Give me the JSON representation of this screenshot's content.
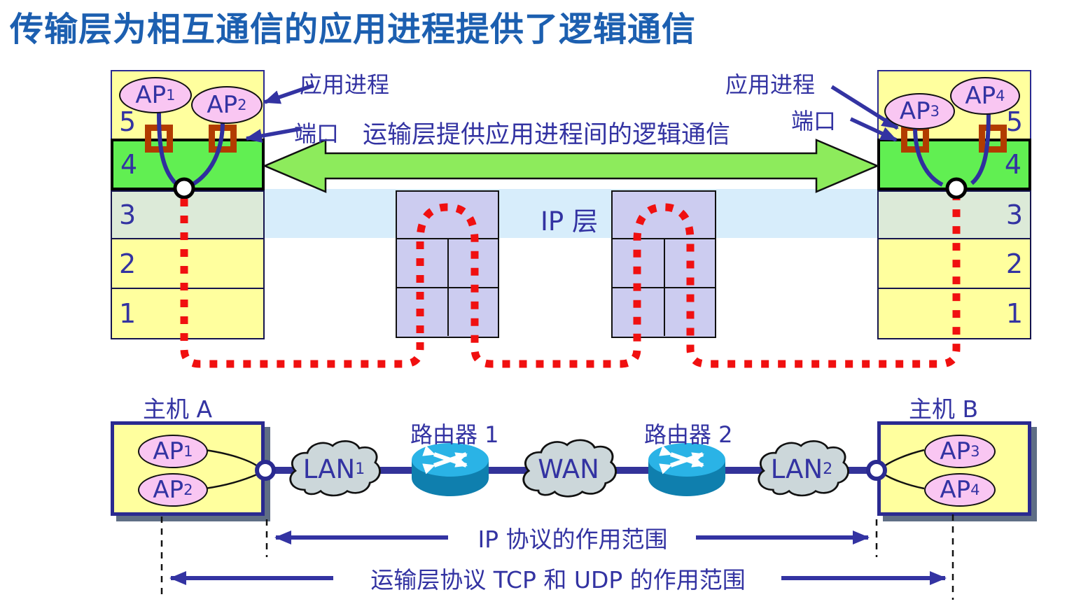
{
  "title": "传输层为相互通信的应用进程提供了逻辑通信",
  "colors": {
    "title_blue": "#1c5fb0",
    "label_blue": "#3333a2",
    "layer_yellow": "#ffff9e",
    "layer4_green": "#61ef52",
    "layer3_green": "#dcead8",
    "ip_band_blue": "#d7edfb",
    "router_box_lavender": "#ccccf0",
    "ap_pink": "#f9c6f2",
    "port_red": "#b23c00",
    "path_red": "#f01010",
    "arrow_green": "#8deb5c",
    "line_navy": "#333399",
    "cloud_gray": "#ccd7da",
    "router_cyan": "#2ab3e6"
  },
  "stacks": {
    "left": {
      "layers": [
        "5",
        "4",
        "3",
        "2",
        "1"
      ],
      "ap1": {
        "base": "AP",
        "sub": "1"
      },
      "ap2": {
        "base": "AP",
        "sub": "2"
      }
    },
    "right": {
      "layers": [
        "5",
        "4",
        "3",
        "2",
        "1"
      ],
      "ap3": {
        "base": "AP",
        "sub": "3"
      },
      "ap4": {
        "base": "AP",
        "sub": "4"
      }
    }
  },
  "labels": {
    "app_process_left": "应用进程",
    "app_process_right": "应用进程",
    "port_left": "端口",
    "port_right": "端口",
    "transport_note": "运输层提供应用进程间的逻辑通信",
    "ip_layer": "IP 层"
  },
  "bottom": {
    "host_a": {
      "label": "主机 A",
      "ap1": {
        "base": "AP",
        "sub": "1"
      },
      "ap2": {
        "base": "AP",
        "sub": "2"
      }
    },
    "host_b": {
      "label": "主机 B",
      "ap3": {
        "base": "AP",
        "sub": "3"
      },
      "ap4": {
        "base": "AP",
        "sub": "4"
      }
    },
    "lan1": {
      "base": "LAN",
      "sub": "1"
    },
    "wan": "WAN",
    "lan2": {
      "base": "LAN",
      "sub": "2"
    },
    "router1": "路由器 1",
    "router2": "路由器 2",
    "ip_scope": "IP 协议的作用范围",
    "transport_scope": "运输层协议 TCP 和 UDP 的作用范围"
  }
}
